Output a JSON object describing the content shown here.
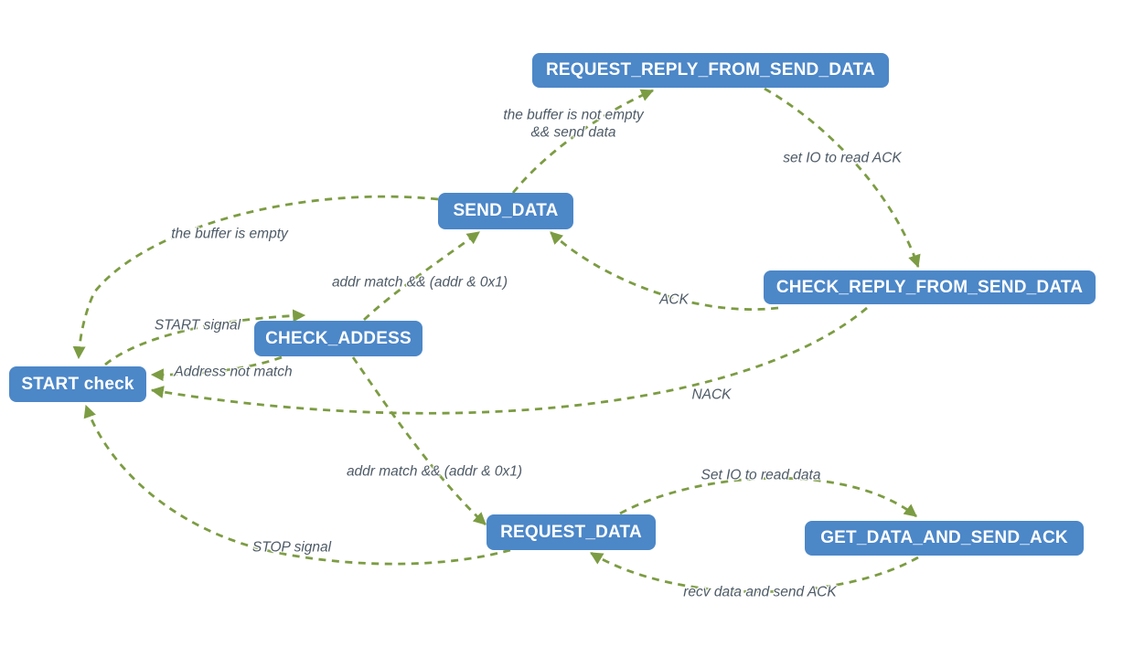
{
  "diagram": {
    "colors": {
      "state_fill": "#4c87c8",
      "state_text": "#ffffff",
      "edge": "#7c9c43",
      "edge_label_text": "#4d5a66",
      "background": "#ffffff"
    },
    "states": [
      {
        "id": "request-reply-from-send-data",
        "label": "REQUEST_REPLY_FROM_SEND_DATA"
      },
      {
        "id": "send-data",
        "label": "SEND_DATA"
      },
      {
        "id": "check-reply-from-send-data",
        "label": "CHECK_REPLY_FROM_SEND_DATA"
      },
      {
        "id": "check-addess",
        "label": "CHECK_ADDESS"
      },
      {
        "id": "start-check",
        "label": "START check"
      },
      {
        "id": "request-data",
        "label": "REQUEST_DATA"
      },
      {
        "id": "get-data-and-send-ack",
        "label": "GET_DATA_AND_SEND_ACK"
      }
    ],
    "transitions": [
      {
        "from": "START check",
        "to": "CHECK_ADDESS",
        "label": "START signal"
      },
      {
        "from": "CHECK_ADDESS",
        "to": "START check",
        "label": "Address not match"
      },
      {
        "from": "CHECK_ADDESS",
        "to": "SEND_DATA",
        "label": "addr match && (addr & 0x1)"
      },
      {
        "from": "CHECK_ADDESS",
        "to": "REQUEST_DATA",
        "label": "addr match && (addr & 0x1)"
      },
      {
        "from": "SEND_DATA",
        "to": "REQUEST_REPLY_FROM_SEND_DATA",
        "label": "the buffer is not empty\n&& send data"
      },
      {
        "from": "REQUEST_REPLY_FROM_SEND_DATA",
        "to": "CHECK_REPLY_FROM_SEND_DATA",
        "label": "set IO to read ACK"
      },
      {
        "from": "CHECK_REPLY_FROM_SEND_DATA",
        "to": "SEND_DATA",
        "label": "ACK"
      },
      {
        "from": "CHECK_REPLY_FROM_SEND_DATA",
        "to": "START check",
        "label": "NACK"
      },
      {
        "from": "SEND_DATA",
        "to": "START check",
        "label": "the buffer is empty"
      },
      {
        "from": "REQUEST_DATA",
        "to": "GET_DATA_AND_SEND_ACK",
        "label": "Set IO to read data"
      },
      {
        "from": "GET_DATA_AND_SEND_ACK",
        "to": "REQUEST_DATA",
        "label": "recv data and send ACK"
      },
      {
        "from": "REQUEST_DATA",
        "to": "START check",
        "label": "STOP signal"
      }
    ]
  }
}
